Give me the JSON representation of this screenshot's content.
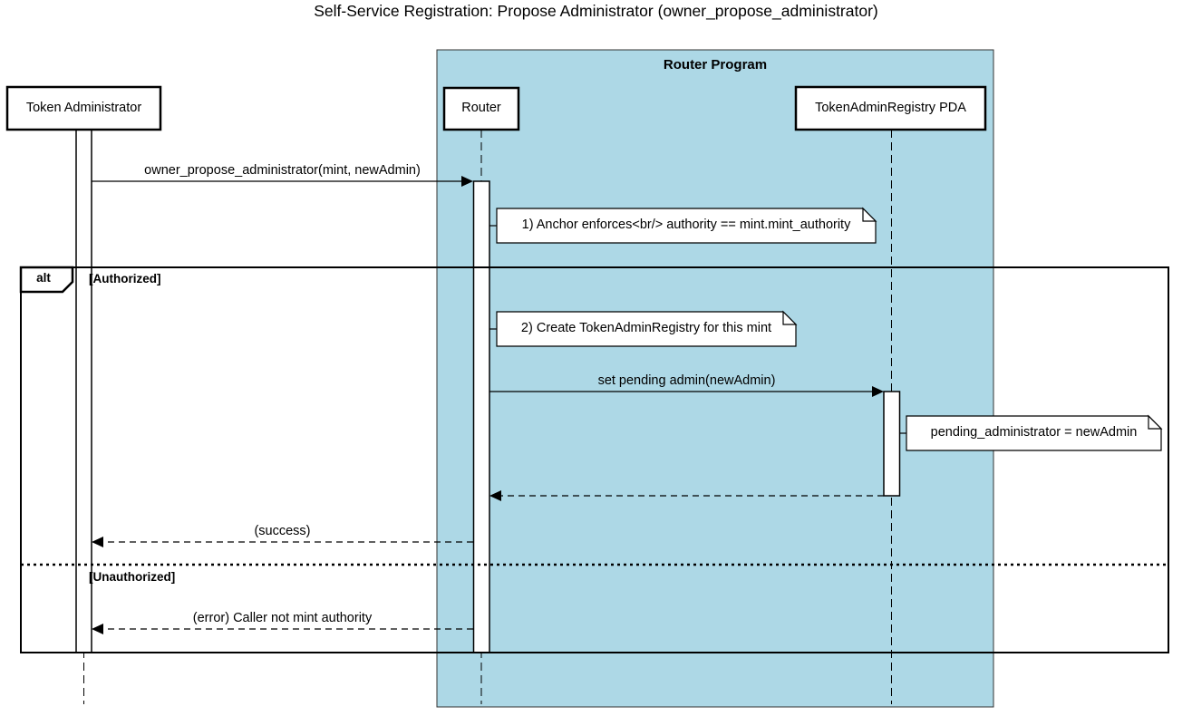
{
  "diagram": {
    "type": "sequence-diagram",
    "title": "Self-Service Registration: Propose Administrator (owner_propose_administrator)"
  },
  "container": {
    "label": "Router Program",
    "fill": "#ADD8E6"
  },
  "participants": [
    {
      "id": "token-administrator",
      "label": "Token Administrator"
    },
    {
      "id": "router",
      "label": "Router"
    },
    {
      "id": "token-admin-registry-pda",
      "label": "TokenAdminRegistry PDA"
    }
  ],
  "messages": [
    {
      "from": "Token Administrator",
      "to": "Router",
      "label": "owner_propose_administrator(mint, newAdmin)",
      "line": "solid"
    },
    {
      "from": "Router",
      "to": "TokenAdminRegistry PDA",
      "label": "set pending admin(newAdmin)",
      "line": "solid"
    },
    {
      "from": "TokenAdminRegistry PDA",
      "to": "Router",
      "label": "",
      "line": "dashed"
    },
    {
      "from": "Router",
      "to": "Token Administrator",
      "label": "(success)",
      "line": "dashed"
    },
    {
      "from": "Router",
      "to": "Token Administrator",
      "label": "(error) Caller not mint authority",
      "line": "dashed"
    }
  ],
  "notes": [
    {
      "over": "Router",
      "label": "1) Anchor enforces<br/> authority == mint.mint_authority"
    },
    {
      "over": "Router",
      "label": "2) Create TokenAdminRegistry for this mint"
    },
    {
      "over": "TokenAdminRegistry PDA",
      "label": "pending_administrator = newAdmin"
    }
  ],
  "alt_frame": {
    "operator": "alt",
    "sections": [
      {
        "guard": "[Authorized]"
      },
      {
        "guard": "[Unauthorized]"
      }
    ]
  },
  "colors": {
    "container_fill": "#ADD8E6",
    "actor_fill": "#FFFFFF",
    "note_fill": "#FFFFFF",
    "line": "#000000"
  }
}
